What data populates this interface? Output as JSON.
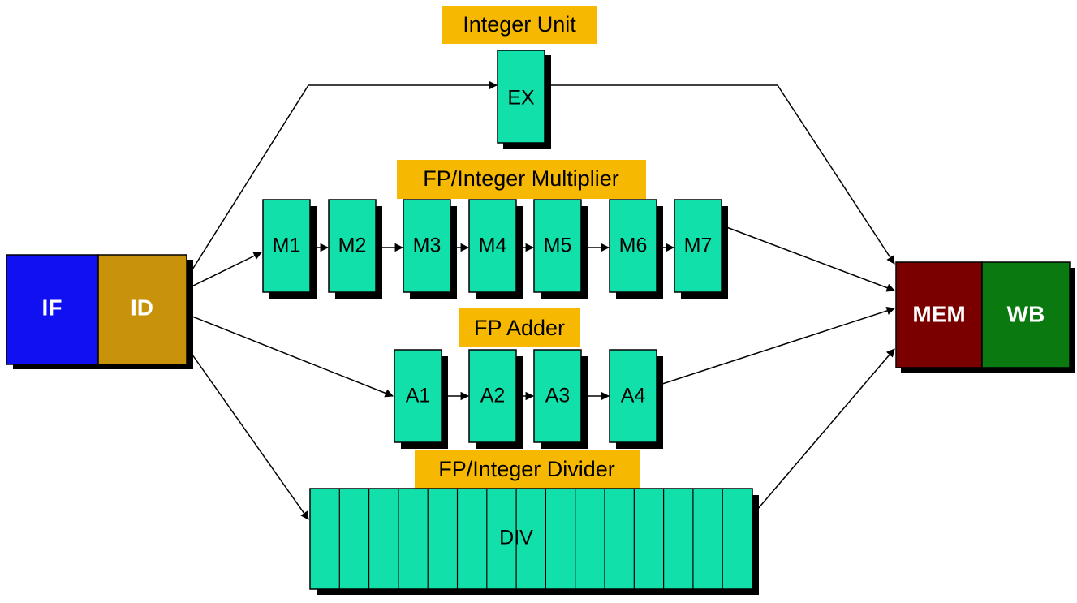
{
  "colors": {
    "stage_fill": "#12e0aa",
    "label_bg": "#f6b800",
    "if_fill": "#1010f0",
    "id_fill": "#c8930a",
    "mem_fill": "#7a0000",
    "wb_fill": "#0a7a10"
  },
  "labels": {
    "integer_unit": "Integer Unit",
    "multiplier": "FP/Integer Multiplier",
    "adder": "FP Adder",
    "divider": "FP/Integer Divider"
  },
  "stages": {
    "if": "IF",
    "id": "ID",
    "ex": "EX",
    "mem": "MEM",
    "wb": "WB",
    "div": "DIV",
    "multiplier": [
      "M1",
      "M2",
      "M3",
      "M4",
      "M5",
      "M6",
      "M7"
    ],
    "adder": [
      "A1",
      "A2",
      "A3",
      "A4"
    ]
  }
}
